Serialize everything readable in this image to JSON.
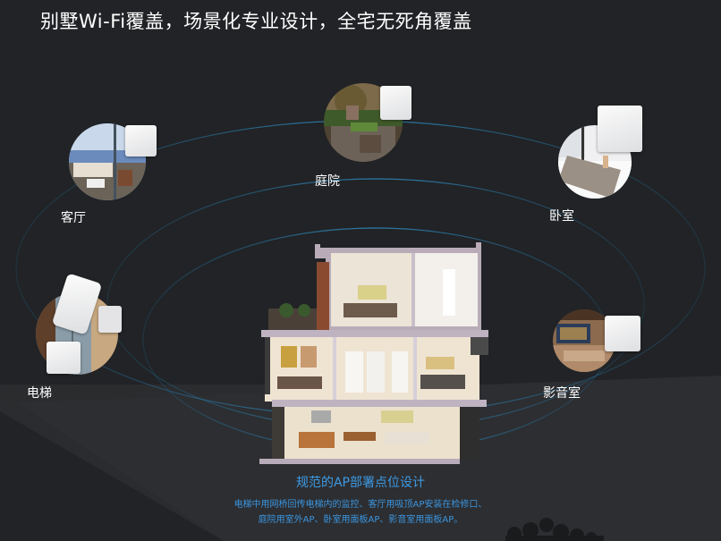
{
  "header": {
    "title": "别墅Wi-Fi覆盖，场景化专业设计，全宅无死角覆盖"
  },
  "scenes": [
    {
      "id": "living-room",
      "label": "客厅",
      "device": "ceiling-ap"
    },
    {
      "id": "courtyard",
      "label": "庭院",
      "device": "outdoor-ap"
    },
    {
      "id": "bedroom",
      "label": "卧室",
      "device": "panel-ap"
    },
    {
      "id": "elevator",
      "label": "电梯",
      "device": "wireless-bridge"
    },
    {
      "id": "home-theater",
      "label": "影音室",
      "device": "panel-ap"
    }
  ],
  "caption": {
    "title": "规范的AP部署点位设计",
    "line1": "电梯中用网桥回传电梯内的监控、客厅用吸顶AP安装在检修口、",
    "line2": "庭院用室外AP、卧室用面板AP、影音室用面板AP。"
  },
  "colors": {
    "background": "#212326",
    "accent_blue": "#3d9be5",
    "arc_blue": "#2a6f96",
    "text_white": "#ffffff"
  }
}
